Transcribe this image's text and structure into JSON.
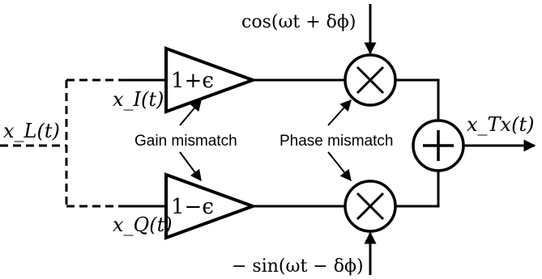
{
  "diagram": {
    "input_label": "x_L(t)",
    "branch_i_label": "x_I(t)",
    "branch_q_label": "x_Q(t)",
    "amp_top_label": "1+ϵ",
    "amp_bottom_label": "1−ϵ",
    "lo_top_label": "cos(ωt + δϕ)",
    "lo_bottom_label": "− sin(ωt − δϕ)",
    "output_label": "x_Tx(t)",
    "gain_annotation": "Gain mismatch",
    "phase_annotation": "Phase mismatch"
  }
}
